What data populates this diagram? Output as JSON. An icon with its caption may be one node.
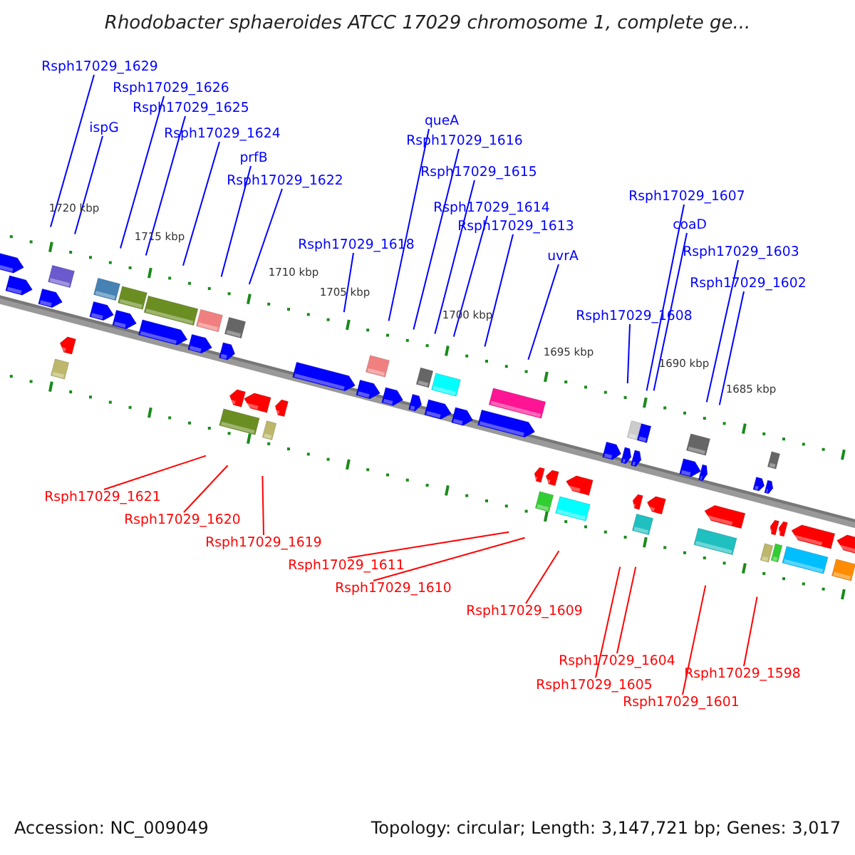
{
  "diagram": {
    "title": "Rhodobacter sphaeroides ATCC 17029 chromosome 1, complete ge...",
    "nodes": [
      {
        "text": [
          "Rsph17029_1629"
        ]
      },
      {
        "text": [
          "ispG"
        ]
      },
      {
        "text": [
          "Rsph17029_1626"
        ]
      },
      {
        "text": [
          "Rsph17029_1625"
        ]
      },
      {
        "text": [
          "Rsph17029_1624"
        ]
      },
      {
        "text": [
          "prfB"
        ]
      },
      {
        "text": [
          "Rsph17029_1622"
        ]
      },
      {
        "text": [
          "Rsph17029_1618"
        ]
      },
      {
        "text": [
          "queA"
        ]
      },
      {
        "text": [
          "Rsph17029_1616"
        ]
      },
      {
        "text": [
          "Rsph17029_1615"
        ]
      },
      {
        "text": [
          "Rsph17029_1614"
        ]
      },
      {
        "text": [
          "Rsph17029_1613"
        ]
      },
      {
        "text": [
          "uvrA"
        ]
      },
      {
        "text": [
          "Rsph17029_1608"
        ]
      },
      {
        "text": [
          "Rsph17029_1607"
        ]
      },
      {
        "text": [
          "coaD"
        ]
      },
      {
        "text": [
          "Rsph17029_1603"
        ]
      },
      {
        "text": [
          "Rsph17029_1602"
        ]
      },
      {
        "text": [
          "Rsph17029_1621"
        ]
      },
      {
        "text": [
          "Rsph17029_1620"
        ]
      },
      {
        "text": [
          "Rsph17029_1619"
        ]
      },
      {
        "text": [
          "Rsph17029_1611"
        ]
      },
      {
        "text": [
          "Rsph17029_1610"
        ]
      },
      {
        "text": [
          "Rsph17029_1609"
        ]
      },
      {
        "text": [
          "Rsph17029_1604"
        ]
      },
      {
        "text": [
          "Rsph17029_1605"
        ]
      },
      {
        "text": [
          "Rsph17029_1601"
        ]
      },
      {
        "text": [
          "Rsph17029_1598"
        ]
      }
    ],
    "edges": [
      {
        "from": 0,
        "to": null,
        "arrow": "none"
      },
      {
        "from": 1,
        "to": null,
        "arrow": "none"
      },
      {
        "from": 2,
        "to": null,
        "arrow": "none"
      },
      {
        "from": 3,
        "to": null,
        "arrow": "none"
      },
      {
        "from": 4,
        "to": null,
        "arrow": "none"
      },
      {
        "from": 5,
        "to": null,
        "arrow": "none"
      },
      {
        "from": 6,
        "to": null,
        "arrow": "none"
      },
      {
        "from": 7,
        "to": null,
        "arrow": "none"
      },
      {
        "from": 8,
        "to": null,
        "arrow": "none"
      },
      {
        "from": 9,
        "to": null,
        "arrow": "none"
      },
      {
        "from": 10,
        "to": null,
        "arrow": "none"
      },
      {
        "from": 11,
        "to": null,
        "arrow": "none"
      },
      {
        "from": 12,
        "to": null,
        "arrow": "none"
      },
      {
        "from": 13,
        "to": null,
        "arrow": "none"
      },
      {
        "from": 14,
        "to": null,
        "arrow": "none"
      },
      {
        "from": 15,
        "to": null,
        "arrow": "none"
      },
      {
        "from": 16,
        "to": null,
        "arrow": "none"
      },
      {
        "from": 17,
        "to": null,
        "arrow": "none"
      },
      {
        "from": 18,
        "to": null,
        "arrow": "none"
      },
      {
        "from": 19,
        "to": null,
        "arrow": "none",
        "color": "#ff0000"
      },
      {
        "from": 20,
        "to": null,
        "arrow": "none",
        "color": "#ff0000"
      },
      {
        "from": 21,
        "to": null,
        "arrow": "none",
        "color": "#ff0000"
      },
      {
        "from": 22,
        "to": null,
        "arrow": "none",
        "color": "#ff0000"
      },
      {
        "from": 23,
        "to": null,
        "arrow": "none",
        "color": "#ff0000"
      },
      {
        "from": 24,
        "to": null,
        "arrow": "none",
        "color": "#ff0000"
      },
      {
        "from": 25,
        "to": null,
        "arrow": "none",
        "color": "#ff0000"
      },
      {
        "from": 26,
        "to": null,
        "arrow": "none",
        "color": "#ff0000"
      },
      {
        "from": 27,
        "to": null,
        "arrow": "none",
        "color": "#ff0000"
      },
      {
        "from": 28,
        "to": null,
        "arrow": "none",
        "color": "#ff0000"
      }
    ],
    "labels": [
      "1720 kbp",
      "1715 kbp",
      "1710 kbp",
      "1705 kbp",
      "1700 kbp",
      "1695 kbp",
      "1690 kbp",
      "1685 kbp",
      "Accession: NC_009049",
      "Topology: circular; Length: 3,147,721 bp; Genes: 3,017"
    ]
  }
}
